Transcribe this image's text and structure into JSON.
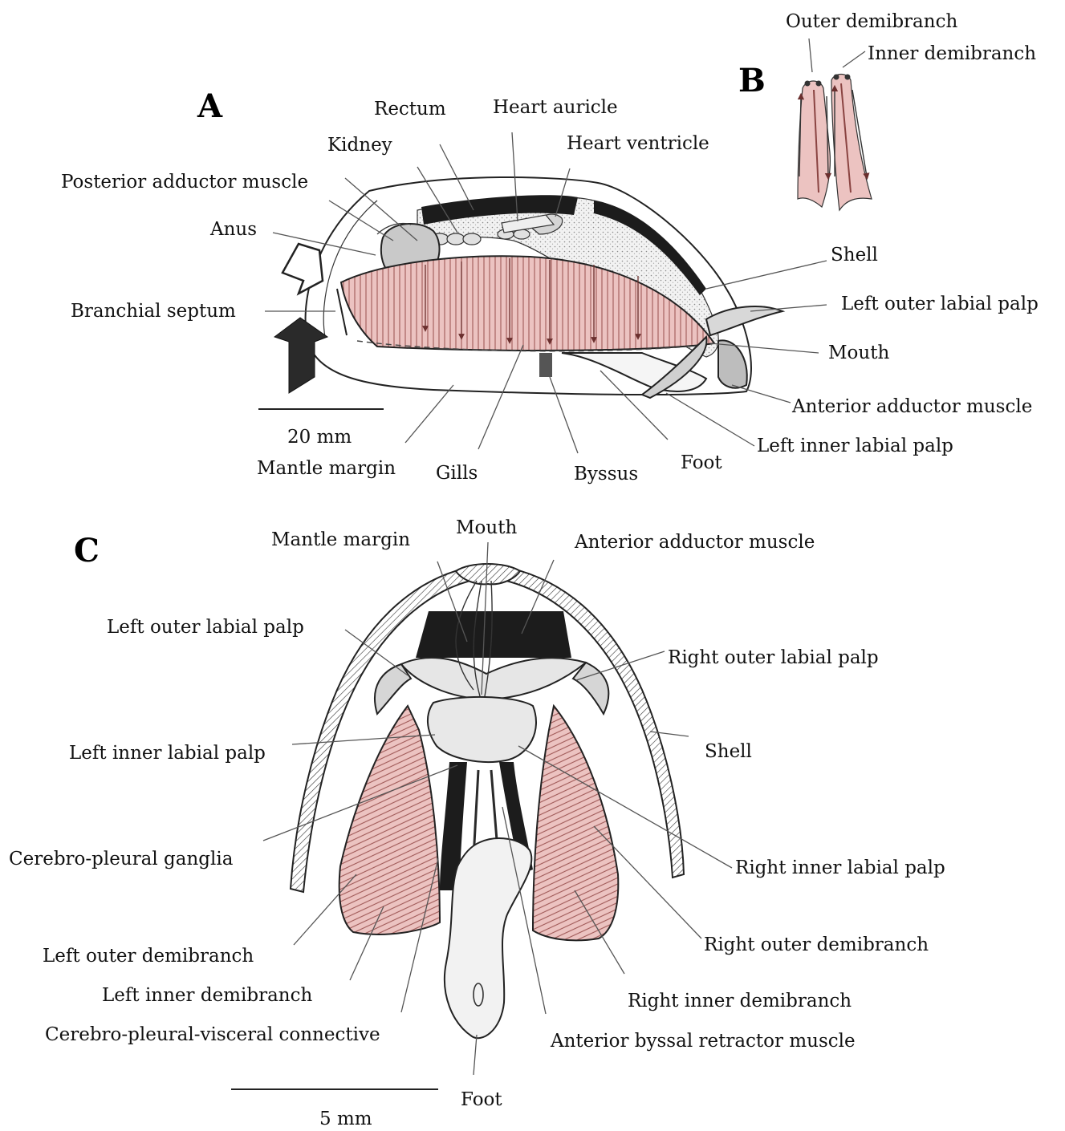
{
  "colors": {
    "gill_fill": "#ecc3c1",
    "gill_stripe": "#a05a58",
    "adductor_fill": "#c9c9c9",
    "body_fill": "#e8e8e8",
    "dark_fill": "#1c1c1c"
  },
  "panels": {
    "a": {
      "letter": "A",
      "labels": {
        "rectum": "Rectum",
        "heart_auricle": "Heart auricle",
        "kidney": "Kidney",
        "heart_ventricle": "Heart ventricle",
        "posterior_adductor": "Posterior adductor muscle",
        "anus": "Anus",
        "shell": "Shell",
        "left_outer_labial_palp": "Left outer labial palp",
        "branchial_septum": "Branchial septum",
        "mouth": "Mouth",
        "anterior_adductor": "Anterior adductor muscle",
        "left_inner_labial_palp": "Left inner labial palp",
        "mantle_margin": "Mantle margin",
        "gills": "Gills",
        "byssus": "Byssus",
        "foot": "Foot"
      },
      "scale_label": "20 mm"
    },
    "b": {
      "letter": "B",
      "labels": {
        "outer_demibranch": "Outer demibranch",
        "inner_demibranch": "Inner demibranch"
      }
    },
    "c": {
      "letter": "C",
      "labels": {
        "mantle_margin": "Mantle margin",
        "mouth": "Mouth",
        "anterior_adductor": "Anterior adductor muscle",
        "left_outer_labial_palp": "Left outer labial palp",
        "right_outer_labial_palp": "Right outer labial palp",
        "left_inner_labial_palp": "Left inner labial palp",
        "shell": "Shell",
        "cerebro_pleural_ganglia": "Cerebro-pleural ganglia",
        "right_inner_labial_palp": "Right inner labial palp",
        "left_outer_demibranch": "Left outer demibranch",
        "right_outer_demibranch": "Right outer demibranch",
        "left_inner_demibranch": "Left inner demibranch",
        "right_inner_demibranch": "Right inner demibranch",
        "cpv_connective": "Cerebro-pleural-visceral connective",
        "anterior_byssal_retractor": "Anterior byssal retractor muscle",
        "foot": "Foot"
      },
      "scale_label": "5 mm"
    }
  }
}
